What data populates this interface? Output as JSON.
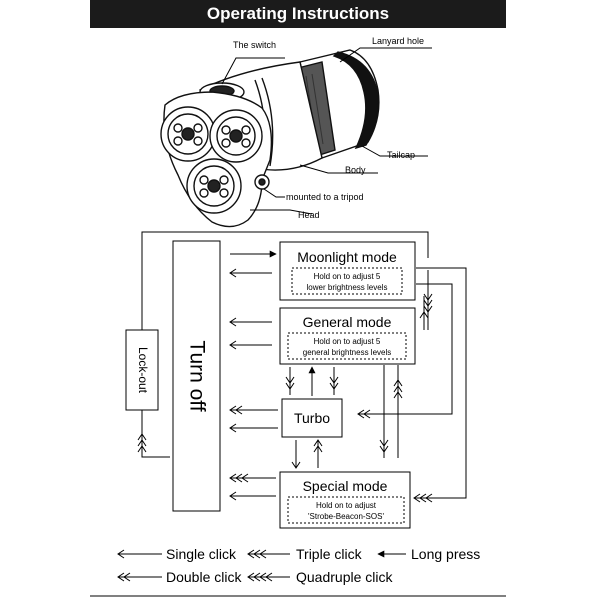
{
  "title": "Operating Instructions",
  "parts": {
    "switch": "The switch",
    "lanyard": "Lanyard hole",
    "tailcap": "Tailcap",
    "body": "Body",
    "tripod": "mounted to a tripod",
    "head": "Head"
  },
  "modes": {
    "moonlight": {
      "title": "Moonlight mode",
      "line1": "Hold on to adjust 5",
      "line2": "lower brightness levels"
    },
    "general": {
      "title": "General mode",
      "line1": "Hold on to adjust 5",
      "line2": "general brightness levels"
    },
    "turbo": {
      "title": "Turbo"
    },
    "special": {
      "title": "Special mode",
      "line1": "Hold on to adjust",
      "line2": "'Strobe-Beacon-SOS'"
    }
  },
  "turn_off": "Turn off",
  "lock_out": "Lock-out",
  "legend": {
    "single": "Single click",
    "triple": "Triple click",
    "long": "Long press",
    "double": "Double click",
    "quadruple": "Quadruple click"
  }
}
